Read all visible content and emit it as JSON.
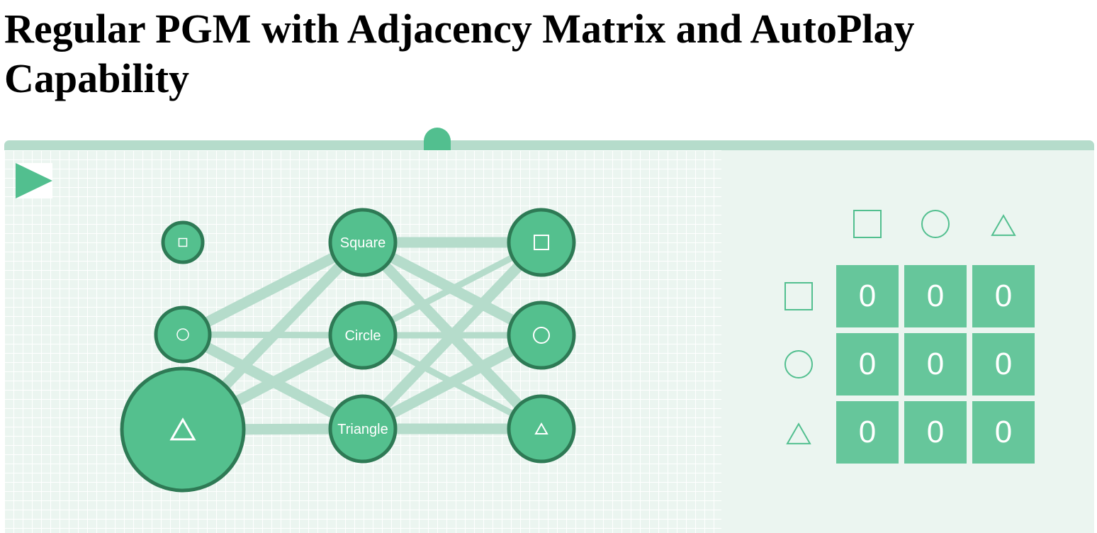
{
  "title": "Regular PGM with Adjacency Matrix and AutoPlay Capability",
  "colors": {
    "accent": "#52bf8f",
    "node_fill": "#54c08e",
    "node_stroke": "#2e7a55",
    "edge": "#b5dccb",
    "panel": "#ebf5f0",
    "cell": "#66c69b"
  },
  "controls": {
    "play_icon": "play-triangle-icon"
  },
  "graph": {
    "nodes": [
      {
        "id": "l-square",
        "column": "left",
        "shape": "square",
        "label": ""
      },
      {
        "id": "l-circle",
        "column": "left",
        "shape": "circle",
        "label": ""
      },
      {
        "id": "l-triangle",
        "column": "left",
        "shape": "triangle",
        "label": ""
      },
      {
        "id": "m-square",
        "column": "middle",
        "shape": "",
        "label": "Square"
      },
      {
        "id": "m-circle",
        "column": "middle",
        "shape": "",
        "label": "Circle"
      },
      {
        "id": "m-triangle",
        "column": "middle",
        "shape": "",
        "label": "Triangle"
      },
      {
        "id": "r-square",
        "column": "right",
        "shape": "square",
        "label": ""
      },
      {
        "id": "r-circle",
        "column": "right",
        "shape": "circle",
        "label": ""
      },
      {
        "id": "r-triangle",
        "column": "right",
        "shape": "triangle",
        "label": ""
      }
    ],
    "edges": [
      [
        "l-circle",
        "m-square"
      ],
      [
        "l-circle",
        "m-circle"
      ],
      [
        "l-circle",
        "m-triangle"
      ],
      [
        "l-triangle",
        "m-square"
      ],
      [
        "l-triangle",
        "m-circle"
      ],
      [
        "l-triangle",
        "m-triangle"
      ],
      [
        "m-square",
        "r-square"
      ],
      [
        "m-square",
        "r-circle"
      ],
      [
        "m-square",
        "r-triangle"
      ],
      [
        "m-circle",
        "r-square"
      ],
      [
        "m-circle",
        "r-circle"
      ],
      [
        "m-circle",
        "r-triangle"
      ],
      [
        "m-triangle",
        "r-square"
      ],
      [
        "m-triangle",
        "r-circle"
      ],
      [
        "m-triangle",
        "r-triangle"
      ]
    ]
  },
  "matrix": {
    "column_headers": [
      "square",
      "circle",
      "triangle"
    ],
    "row_headers": [
      "square",
      "circle",
      "triangle"
    ],
    "values": [
      [
        "0",
        "0",
        "0"
      ],
      [
        "0",
        "0",
        "0"
      ],
      [
        "0",
        "0",
        "0"
      ]
    ]
  }
}
